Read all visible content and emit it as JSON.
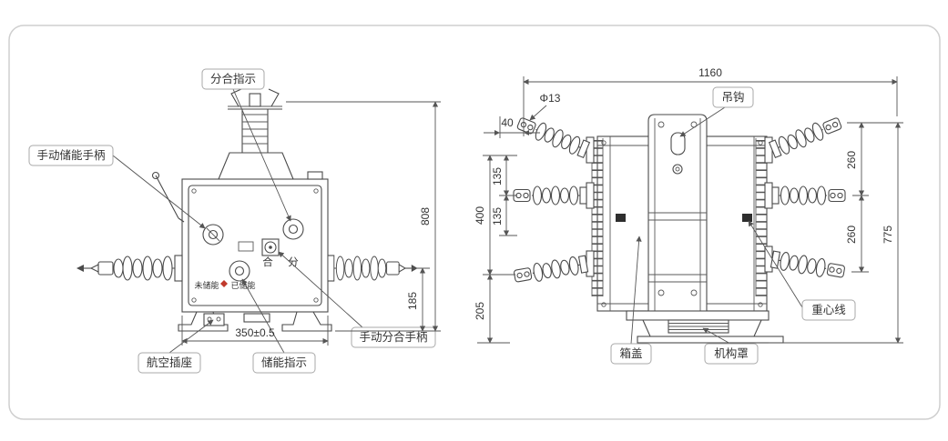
{
  "colors": {
    "line": "#4a4a4a",
    "label_box_border": "#a8a8a8",
    "red_marker": "#c0392b",
    "outer_frame_border": "#cfcfcf"
  },
  "front_view": {
    "callouts": {
      "open_close_indicator": "分合指示",
      "manual_charge_handle": "手动储能手柄",
      "aviation_socket": "航空插座",
      "charge_indicator": "储能指示",
      "manual_open_close_handle": "手动分合手柄"
    },
    "markings": {
      "not_charged": "未储能",
      "charged": "已储能",
      "close_char": "合",
      "open_char": "分"
    },
    "dims": {
      "total_height": "808",
      "bushing_center_height": "185",
      "mounting_width": "350±0.5"
    }
  },
  "side_view": {
    "callouts": {
      "lifting_hook": "吊钩",
      "tank_cover": "箱盖",
      "mechanism_cover": "机构罩",
      "gravity_line": "重心线"
    },
    "dims": {
      "overall_width": "1160",
      "hole_diameter": "Φ13",
      "terminal_offset": "40",
      "upper_phase_spacing": "260",
      "lower_phase_spacing": "260",
      "overall_height": "775",
      "upper_135": "135",
      "lower_135": "135",
      "left_span": "400",
      "base_height": "205"
    }
  }
}
